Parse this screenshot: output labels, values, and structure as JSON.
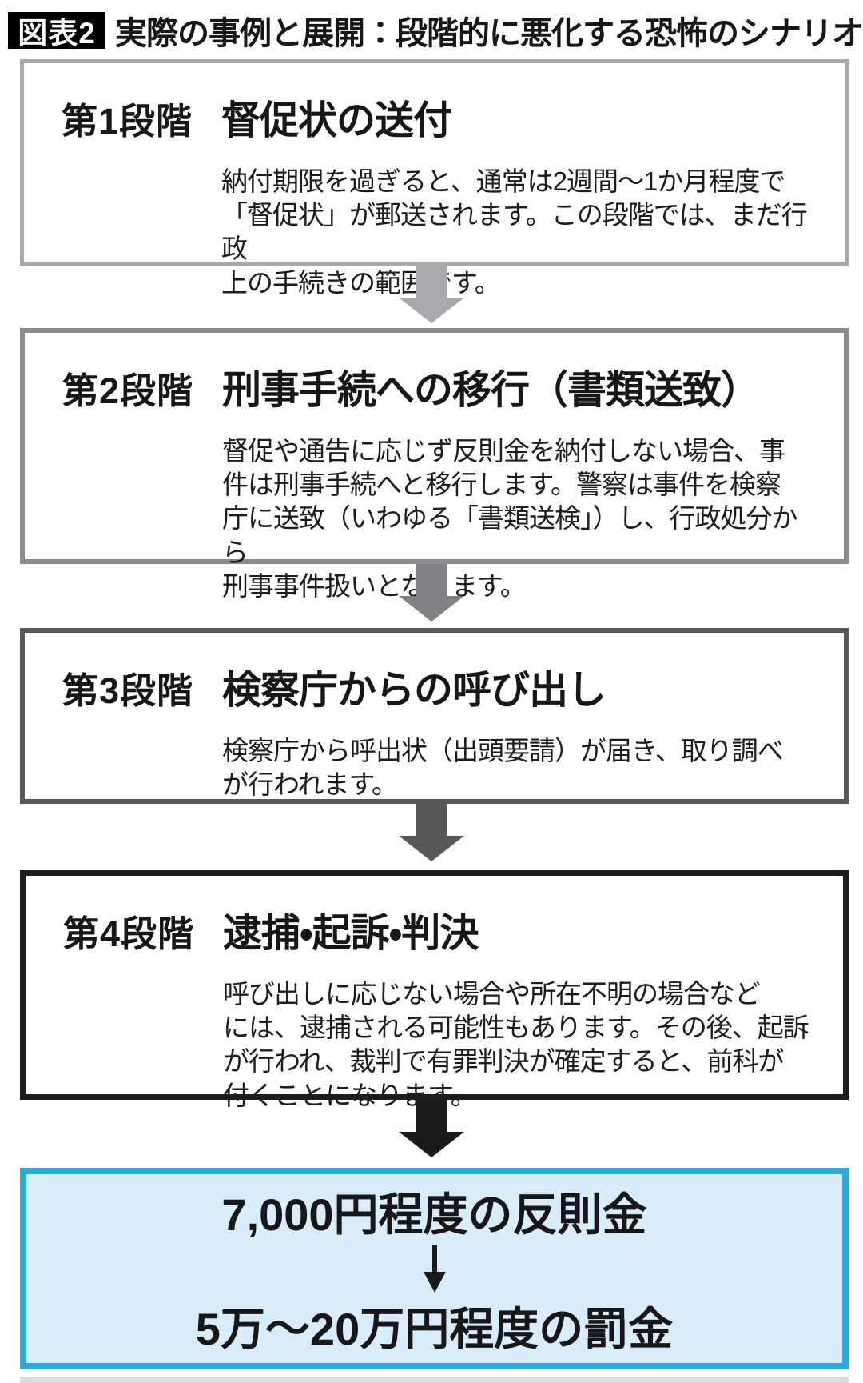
{
  "header": {
    "badge": "図表2",
    "badge_bg": "#000000",
    "badge_color": "#ffffff",
    "title": "実際の事例と展開：段階的に悪化する恐怖のシナリオ"
  },
  "stages": [
    {
      "label": "第1段階",
      "title": "督促状の送付",
      "body_lines": [
        "納付期限を過ぎると、通常は2週間～1か月程度で",
        "「督促状」が郵送されます。この段階では、まだ行政",
        "上の手続きの範囲です。"
      ],
      "border_color": "#a7a9ac"
    },
    {
      "label": "第2段階",
      "title": "刑事手続への移行（書類送致）",
      "body_lines": [
        "督促や通告に応じず反則金を納付しない場合、事",
        "件は刑事手続へと移行します。警察は事件を検察",
        "庁に送致（いわゆる「書類送検」）し、行政処分から",
        "刑事事件扱いとなります。"
      ],
      "border_color": "#8a8c8f"
    },
    {
      "label": "第3段階",
      "title": "検察庁からの呼び出し",
      "body_lines": [
        "検察庁から呼出状（出頭要請）が届き、取り調べ",
        "が行われます。"
      ],
      "border_color": "#58595b"
    },
    {
      "label": "第4段階",
      "title": "逮捕・起訴・判決",
      "body_lines": [
        "呼び出しに応じない場合や所在不明の場合など",
        "には、逮捕される可能性もあります。その後、起訴",
        "が行われ、裁判で有罪判決が確定すると、前科が",
        "付くことになります。"
      ],
      "border_color": "#1e1e1e"
    }
  ],
  "arrows": [
    {
      "name": "stage1-to-stage2",
      "color": "#a7a9ac"
    },
    {
      "name": "stage2-to-stage3",
      "color": "#808285"
    },
    {
      "name": "stage3-to-stage4",
      "color": "#58595b"
    },
    {
      "name": "stage4-to-result",
      "color": "#1a1a1a"
    }
  ],
  "result": {
    "line1": "7,000円程度の反則金",
    "line2": "5万～20万円程度の罰金",
    "bg": "#d9ecfa",
    "border_color": "#29abe2",
    "arrow_color": "#1a1a1a"
  }
}
